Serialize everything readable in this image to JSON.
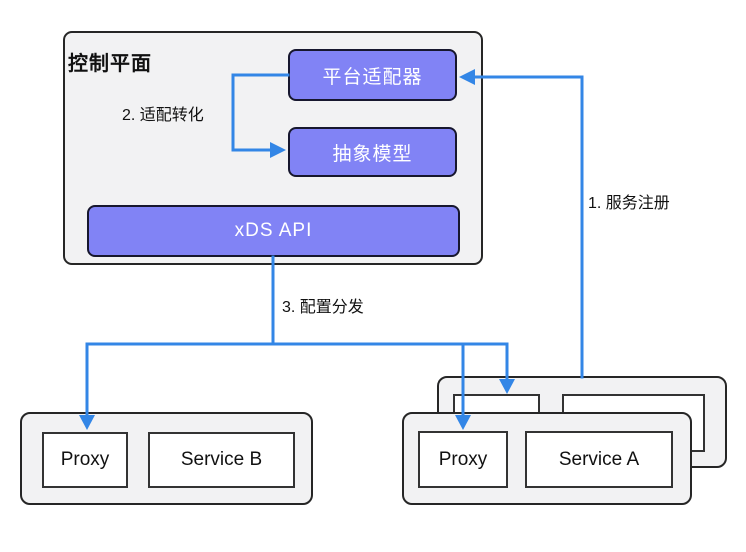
{
  "control_plane": {
    "label": "控制平面",
    "platform_adapter": "平台适配器",
    "abstract_model": "抽象模型",
    "xds_api": "xDS API"
  },
  "steps": {
    "service_registration": "1. 服务注册",
    "adaptation": "2. 适配转化",
    "config_distribution": "3. 配置分发"
  },
  "service_b_group": {
    "proxy": "Proxy",
    "service": "Service B"
  },
  "service_a_group": {
    "proxy": "Proxy",
    "service": "Service A"
  },
  "colors": {
    "node_fill": "#8183F5",
    "node_border": "#17172E",
    "arrow": "#3386E6",
    "group_fill": "#F2F2F3",
    "group_border": "#262626",
    "inner_box_border": "#333333",
    "text": "#111111"
  }
}
